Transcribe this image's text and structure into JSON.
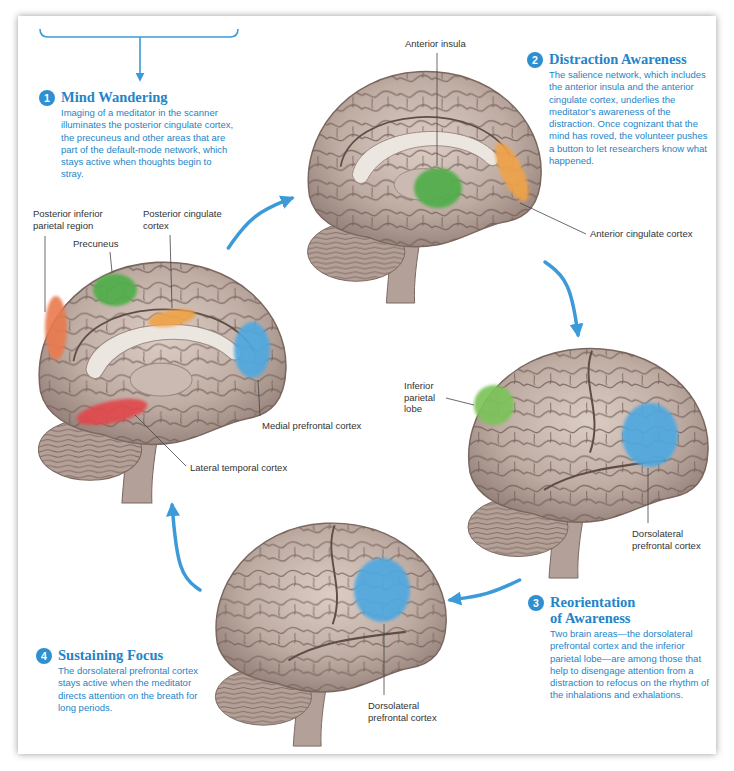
{
  "diagram": {
    "nodes": [
      {
        "text": [
          "Mind Wandering",
          "Imaging of a meditator in the scanner illuminates the posterior cingulate cortex, the precuneus and other areas that are part of the default-mode network, which stays active when thoughts begin to stray."
        ]
      },
      {
        "text": [
          "1"
        ],
        "in": 0
      },
      {
        "text": [
          "Posterior inferior parietal region",
          "Posterior cingulate cortex",
          "Precuneus",
          "Medial prefrontal cortex",
          "Lateral temporal cortex"
        ]
      },
      {
        "text": [
          "Anterior insula",
          "Anterior cingulate cortex"
        ]
      },
      {
        "text": [
          "Distraction Awareness",
          "The salience network, which includes the anterior insula and the anterior cingulate cortex, underlies the meditator’s awareness of the distraction. Once cognizant that the mind has roved, the volunteer pushes a button to let researchers know what happened."
        ]
      },
      {
        "text": [
          "2"
        ],
        "in": 4
      },
      {
        "text": [
          "Inferior parietal lobe",
          "Dorsolateral prefrontal cortex"
        ]
      },
      {
        "text": [
          "Reorientation of Awareness",
          "Two brain areas—the dorsolateral prefrontal cortex and the inferior parietal lobe—are among those that help to disengage attention from a distraction to refocus on the rhythm of the inhalations and exhalations."
        ]
      },
      {
        "text": [
          "3"
        ],
        "in": 7
      },
      {
        "text": [
          "Dorsolateral prefrontal cortex"
        ]
      },
      {
        "text": [
          "Sustaining Focus",
          "The dorsolateral prefrontal cortex stays active when the meditator directs attention on the breath for long periods."
        ]
      },
      {
        "text": [
          "4"
        ],
        "in": 10
      }
    ],
    "edges": [
      {
        "from": 2,
        "to": 3,
        "arrow": "to"
      },
      {
        "from": 3,
        "to": 6,
        "arrow": "to"
      },
      {
        "from": 6,
        "to": 9,
        "arrow": "to"
      },
      {
        "from": 9,
        "to": 2,
        "arrow": "to"
      }
    ]
  }
}
